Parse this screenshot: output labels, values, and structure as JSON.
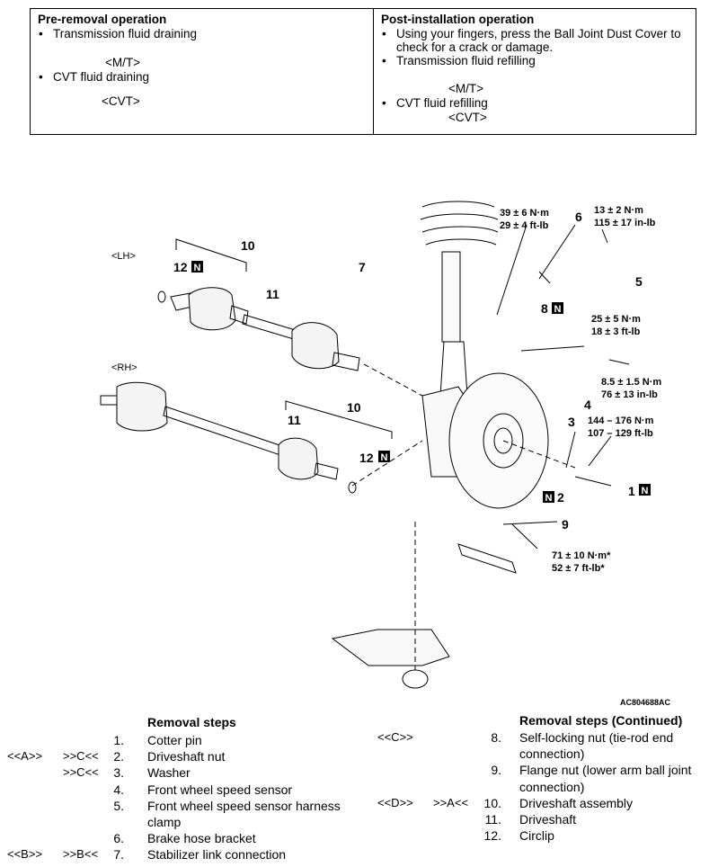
{
  "pre_removal": {
    "title": "Pre-removal operation",
    "items": [
      {
        "text": "Transmission fluid draining",
        "sub": "<M/T>"
      },
      {
        "text": "CVT fluid draining",
        "sub": "<CVT>"
      }
    ]
  },
  "post_installation": {
    "title": "Post-installation operation",
    "items": [
      {
        "text": "Using your fingers, press the Ball Joint Dust Cover to check for a crack or damage.",
        "sub": ""
      },
      {
        "text": "Transmission fluid refilling",
        "sub": "<M/T>"
      },
      {
        "text": "CVT fluid refilling",
        "sub": "<CVT>"
      }
    ]
  },
  "figure": {
    "lh_label": "<LH>",
    "rh_label": "<RH>",
    "code": "AC804688AC",
    "labels": {
      "n10a": "10",
      "n11a": "11",
      "n12a": "12",
      "n10b": "10",
      "n11b": "11",
      "n12b": "12",
      "n7": "7",
      "n6": "6",
      "n5": "5",
      "n8": "8",
      "n4": "4",
      "n3": "3",
      "n2": "2",
      "n1": "1",
      "n9": "9",
      "N": "N"
    },
    "torques": {
      "t1a": "39 ± 6 N·m",
      "t1b": "29 ± 4 ft-lb",
      "t2a": "13 ± 2 N·m",
      "t2b": "115 ± 17 in-lb",
      "t3a": "25 ± 5 N·m",
      "t3b": "18 ± 3 ft-lb",
      "t4a": "8.5 ± 1.5 N·m",
      "t4b": "76 ± 13 in-lb",
      "t5a": "144 – 176 N·m",
      "t5b": "107 – 129 ft-lb",
      "t6a": "71 ± 10 N·m*",
      "t6b": "52 ± 7 ft-lb*"
    }
  },
  "removal_steps": {
    "title": "Removal steps",
    "rows": [
      {
        "code1": "",
        "code2": "",
        "num": "1.",
        "text": "Cotter pin"
      },
      {
        "code1": "<<A>>",
        "code2": ">>C<<",
        "num": "2.",
        "text": "Driveshaft nut"
      },
      {
        "code1": "",
        "code2": ">>C<<",
        "num": "3.",
        "text": "Washer"
      },
      {
        "code1": "",
        "code2": "",
        "num": "4.",
        "text": "Front wheel speed sensor"
      },
      {
        "code1": "",
        "code2": "",
        "num": "5.",
        "text": "Front wheel speed sensor harness clamp"
      },
      {
        "code1": "",
        "code2": "",
        "num": "6.",
        "text": "Brake hose bracket"
      },
      {
        "code1": "<<B>>",
        "code2": ">>B<<",
        "num": "7.",
        "text": "Stabilizer link connection"
      }
    ]
  },
  "removal_steps_cont": {
    "title": "Removal steps (Continued)",
    "rows": [
      {
        "code1": "<<C>>",
        "code2": "",
        "num": "8.",
        "text": "Self-locking nut (tie-rod end connection)"
      },
      {
        "code1": "",
        "code2": "",
        "num": "9.",
        "text": "Flange nut (lower arm ball joint connection)"
      },
      {
        "code1": "<<D>>",
        "code2": ">>A<<",
        "num": "10.",
        "text": "Driveshaft assembly"
      },
      {
        "code1": "",
        "code2": "",
        "num": "11.",
        "text": "Driveshaft"
      },
      {
        "code1": "",
        "code2": "",
        "num": "12.",
        "text": "Circlip"
      }
    ]
  }
}
